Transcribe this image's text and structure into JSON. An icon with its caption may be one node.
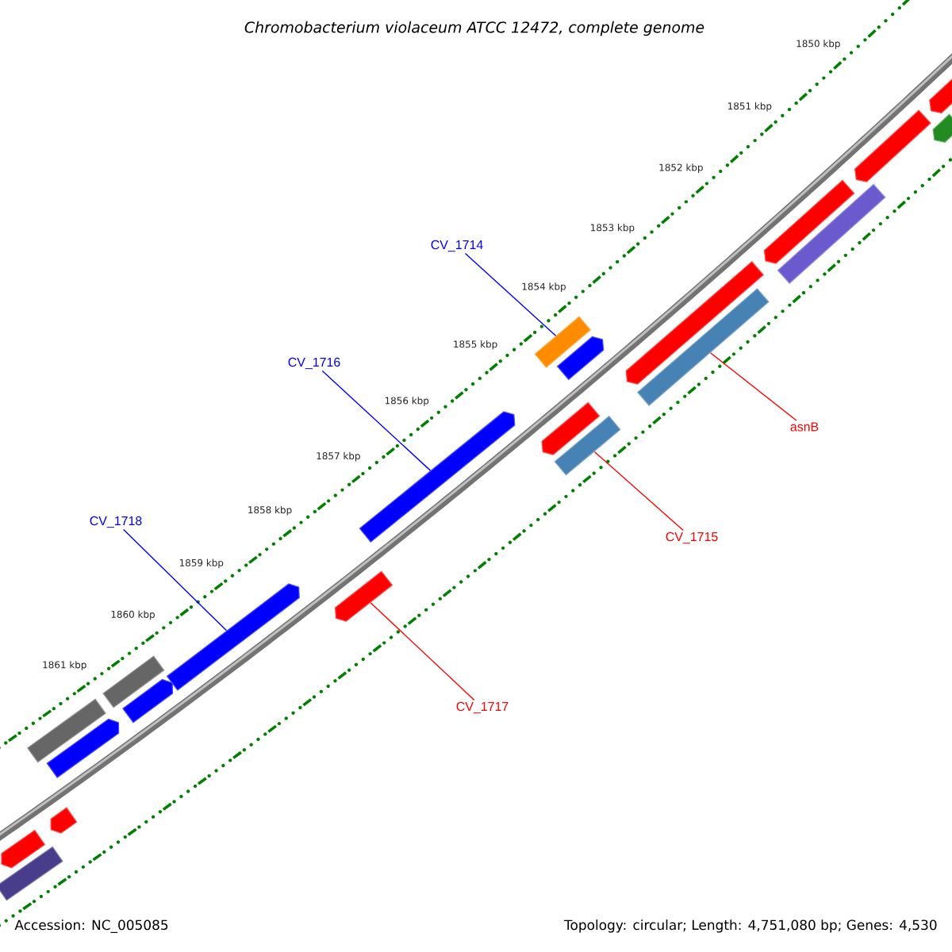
{
  "diagram": {
    "title": "*Chromobacterium violaceum* ATCC 12472, complete genome",
    "nodes": [
      {
        "text": [
          "CV_1714"
        ]
      },
      {
        "text": [
          "CV_1716"
        ]
      },
      {
        "text": [
          "asnB"
        ]
      },
      {
        "text": [
          "CV_1715"
        ]
      },
      {
        "text": [
          "CV_1718"
        ]
      },
      {
        "text": [
          "CV_1717"
        ]
      },
      {
        "text": [],
        "shape": "box"
      },
      {
        "text": [],
        "shape": "pentagon"
      },
      {
        "text": [],
        "shape": "box"
      },
      {
        "text": [],
        "shape": "box"
      },
      {
        "text": [],
        "shape": "pentagon"
      },
      {
        "text": [],
        "shape": "pentagon"
      },
      {
        "text": [],
        "shape": "box"
      },
      {
        "text": [],
        "shape": "pentagon"
      },
      {
        "text": [],
        "shape": "pentagon"
      },
      {
        "text": [],
        "shape": "box"
      },
      {
        "text": [],
        "shape": "pentagon"
      },
      {
        "text": [],
        "shape": "box"
      },
      {
        "text": [],
        "shape": "pentagon"
      },
      {
        "text": [],
        "shape": "pentagon"
      },
      {
        "text": [],
        "shape": "pentagon"
      },
      {
        "text": [],
        "shape": "pentagon"
      },
      {
        "text": [],
        "shape": "pentagon"
      },
      {
        "text": [],
        "shape": "box"
      },
      {
        "text": [],
        "shape": "pentagon"
      },
      {
        "text": [],
        "shape": "pentagon"
      },
      {
        "text": [],
        "shape": "pentagon"
      }
    ],
    "edges": [
      {
        "from": 0,
        "to": 6,
        "arrow": "none",
        "color": "#0000ff"
      },
      {
        "from": 1,
        "to": 7,
        "arrow": "none",
        "color": "#0000ff"
      },
      {
        "from": 2,
        "to": 8,
        "arrow": "none",
        "color": "#ff0000"
      },
      {
        "from": 3,
        "to": 9,
        "arrow": "none",
        "color": "#ff0000"
      },
      {
        "from": 4,
        "to": 10,
        "arrow": "none",
        "color": "#0000ff"
      },
      {
        "from": 5,
        "to": 11,
        "arrow": "none",
        "color": "#ff0000"
      }
    ],
    "labels": [
      "1850 kbp",
      "1851 kbp",
      "1852 kbp",
      "1853 kbp",
      "1854 kbp",
      "1855 kbp",
      "1856 kbp",
      "1857 kbp",
      "1858 kbp",
      "1859 kbp",
      "1860 kbp",
      "1861 kbp",
      "Accession: NC_005085",
      "Topology: circular; Length: 4,751,080 bp; Genes: 4,530"
    ]
  }
}
